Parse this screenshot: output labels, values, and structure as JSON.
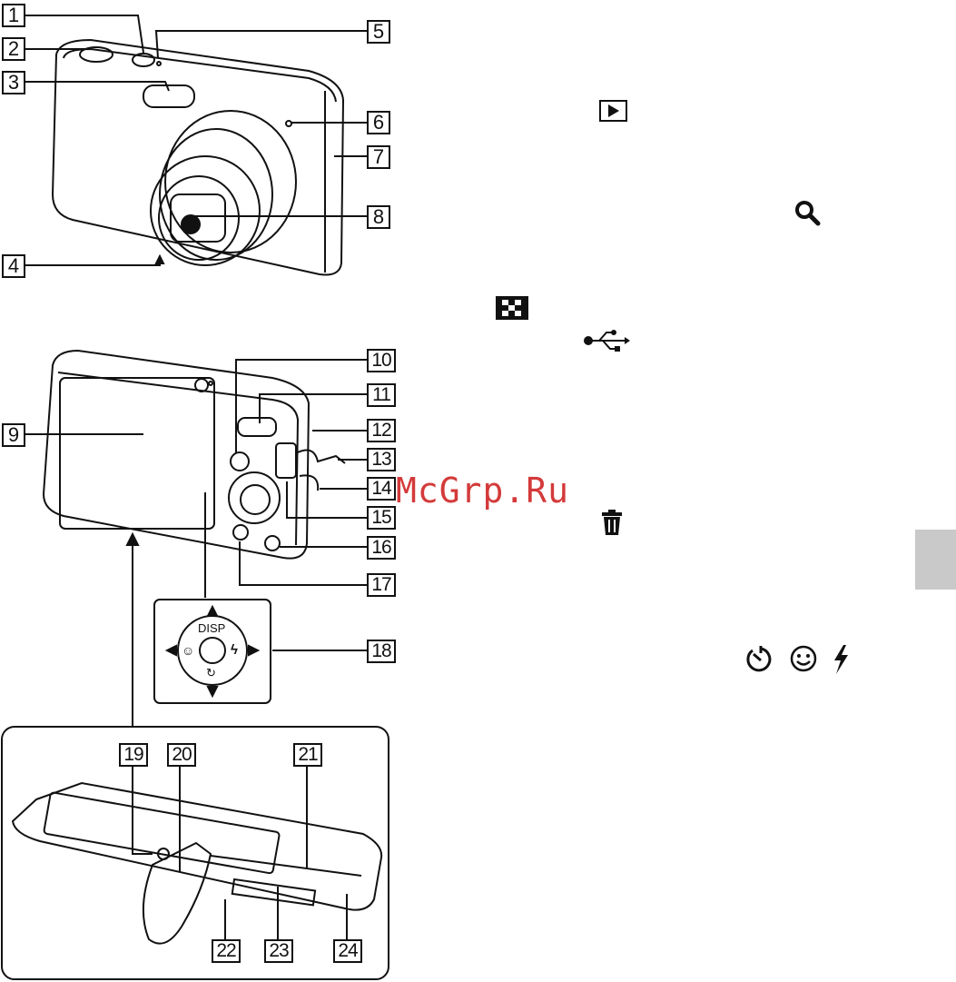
{
  "callouts": [
    "1",
    "2",
    "3",
    "4",
    "5",
    "6",
    "7",
    "8",
    "9",
    "10",
    "11",
    "12",
    "13",
    "14",
    "15",
    "16",
    "17",
    "18",
    "19",
    "20",
    "21",
    "22",
    "23",
    "24"
  ],
  "dpad": {
    "disp_label": "DISP"
  },
  "watermark": "McGrp.Ru",
  "icons": {
    "playback": "play-icon",
    "zoom": "magnifier-icon",
    "index": "checker-index-icon",
    "usb": "usb-icon",
    "delete": "trash-icon",
    "self_timer": "self-timer-icon",
    "smile": "smile-icon",
    "flash": "flash-icon"
  },
  "colors": {
    "watermark": "#d43a3a",
    "side_tab": "#c9c9c9",
    "line": "#111111"
  }
}
